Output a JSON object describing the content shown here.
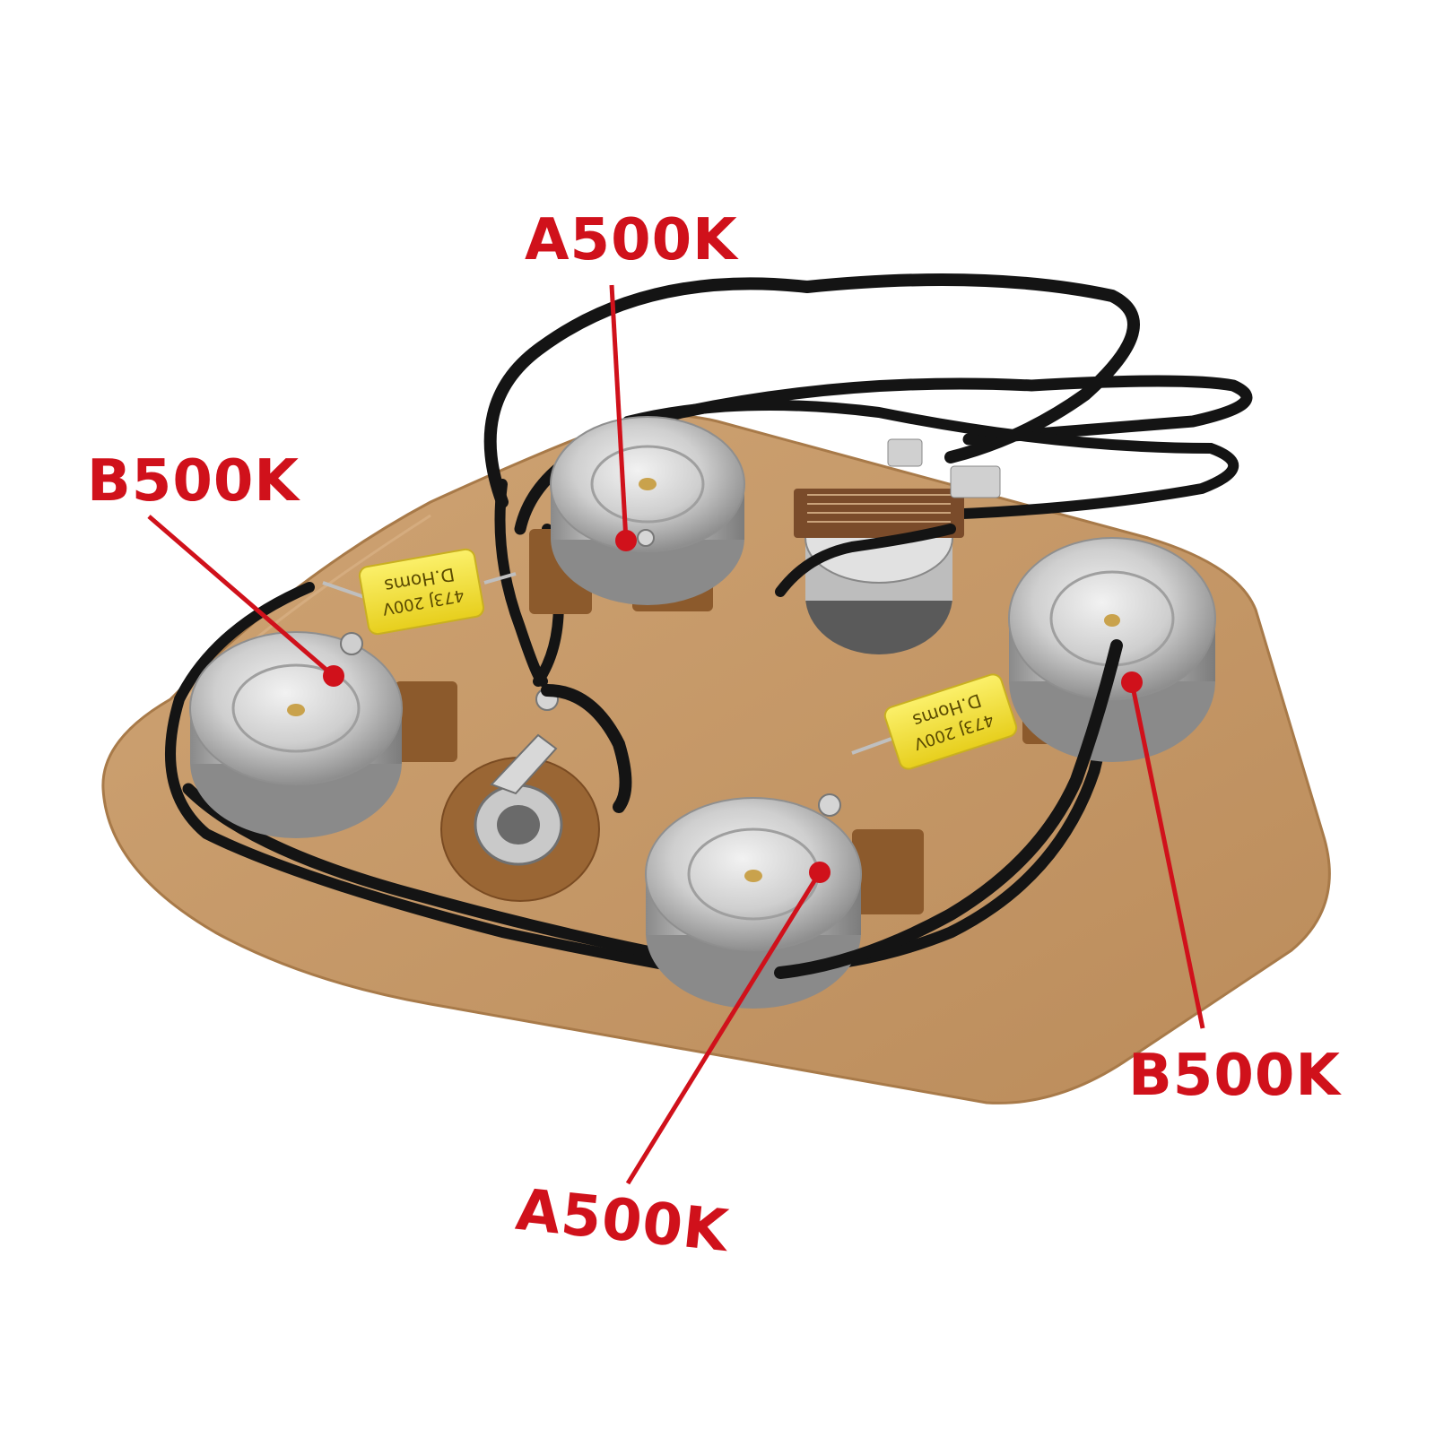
{
  "image": {
    "subject": "guitar wiring harness on cardboard backplate",
    "accent_color": "#d0111b",
    "board_color": "#c79a68",
    "wire_color": "#141414",
    "pot_color": "#c9c9c9",
    "capacitor_color": "#f2e030"
  },
  "callouts": [
    {
      "id": "top",
      "label": "A500K"
    },
    {
      "id": "left",
      "label": "B500K"
    },
    {
      "id": "right",
      "label": "B500K"
    },
    {
      "id": "bottom",
      "label": "A500K"
    }
  ],
  "capacitors": [
    {
      "brand": "D.Homs",
      "rating": "473J 200V"
    },
    {
      "brand": "D.Homs",
      "rating": "473J 200V"
    }
  ]
}
